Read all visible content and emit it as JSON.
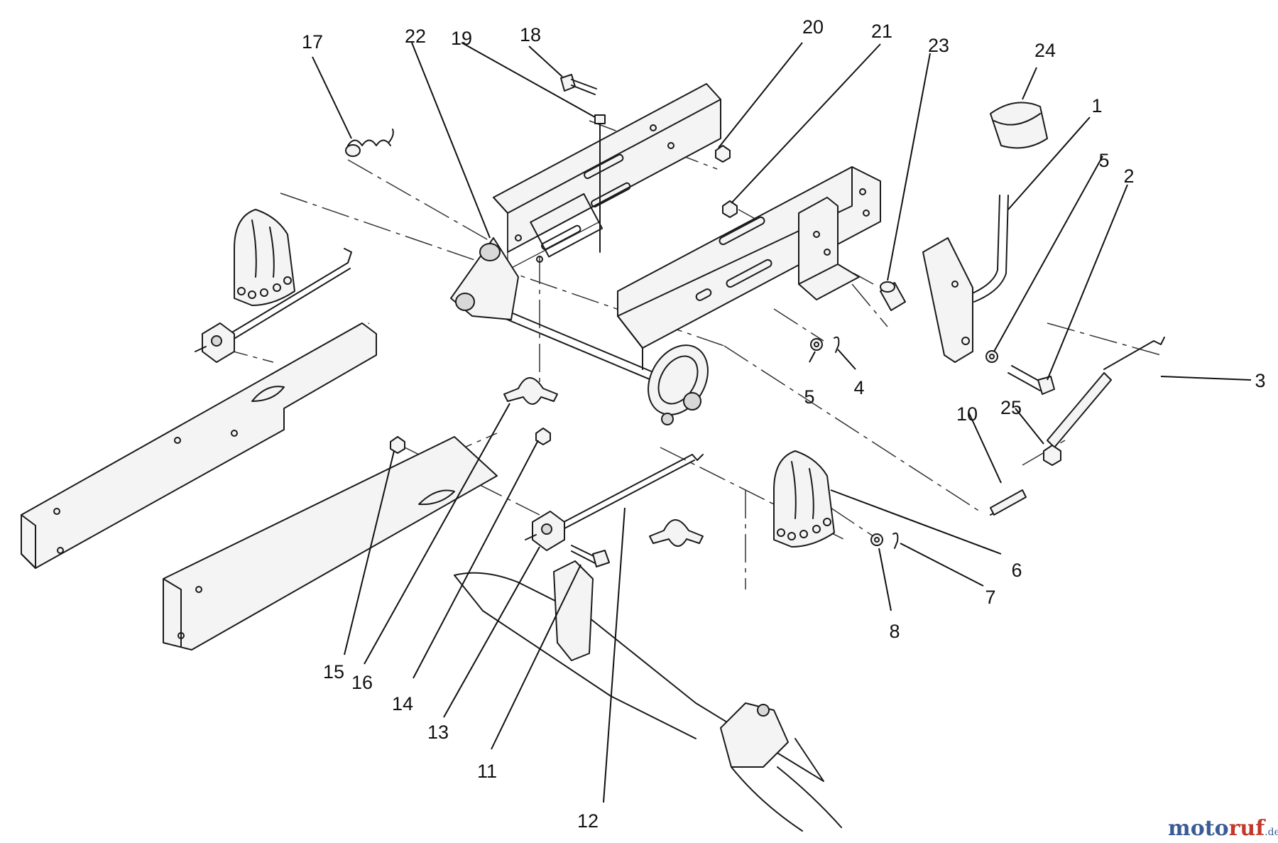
{
  "callouts": [
    {
      "n": "1"
    },
    {
      "n": "2"
    },
    {
      "n": "3"
    },
    {
      "n": "4"
    },
    {
      "n": "5"
    },
    {
      "n": "5"
    },
    {
      "n": "6"
    },
    {
      "n": "7"
    },
    {
      "n": "8"
    },
    {
      "n": "10"
    },
    {
      "n": "11"
    },
    {
      "n": "12"
    },
    {
      "n": "13"
    },
    {
      "n": "14"
    },
    {
      "n": "15"
    },
    {
      "n": "16"
    },
    {
      "n": "17"
    },
    {
      "n": "18"
    },
    {
      "n": "19"
    },
    {
      "n": "20"
    },
    {
      "n": "21"
    },
    {
      "n": "22"
    },
    {
      "n": "23"
    },
    {
      "n": "24"
    },
    {
      "n": "25"
    }
  ],
  "watermark": {
    "part_a": "moto",
    "part_b": "ruf",
    "suffix": ".de"
  },
  "colors": {
    "watermark_blue": "#3a5c96",
    "watermark_red": "#c0392b",
    "line": "#1a1a1a"
  }
}
